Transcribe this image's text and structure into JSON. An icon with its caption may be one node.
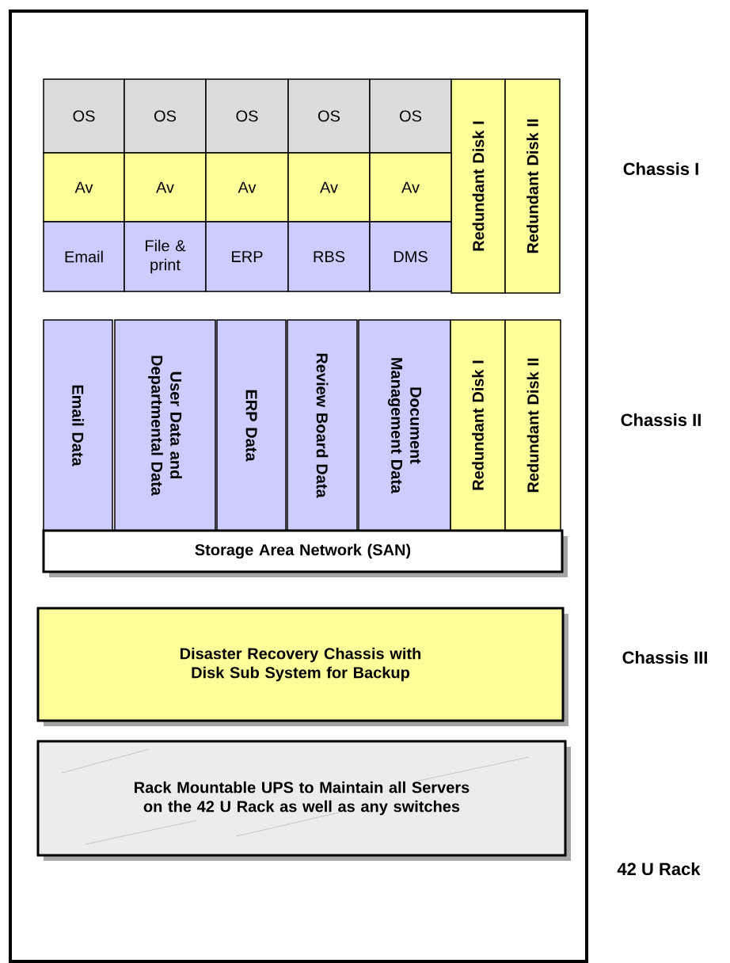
{
  "diagram": {
    "nodes": [
      {
        "text": [
          "42 U Rack"
        ]
      },
      {
        "text": [
          "OS"
        ],
        "in": 0
      },
      {
        "text": [
          "OS"
        ],
        "in": 0
      },
      {
        "text": [
          "OS"
        ],
        "in": 0
      },
      {
        "text": [
          "OS"
        ],
        "in": 0
      },
      {
        "text": [
          "OS"
        ],
        "in": 0
      },
      {
        "text": [
          "Redundant Disk I"
        ],
        "in": 0
      },
      {
        "text": [
          "Redundant Disk II"
        ],
        "in": 0
      },
      {
        "text": [
          "Av"
        ],
        "in": 0
      },
      {
        "text": [
          "Av"
        ],
        "in": 0
      },
      {
        "text": [
          "Av"
        ],
        "in": 0
      },
      {
        "text": [
          "Av"
        ],
        "in": 0
      },
      {
        "text": [
          "Av"
        ],
        "in": 0
      },
      {
        "text": [
          "Email"
        ],
        "in": 0
      },
      {
        "text": [
          "File & print"
        ],
        "in": 0
      },
      {
        "text": [
          "ERP"
        ],
        "in": 0
      },
      {
        "text": [
          "RBS"
        ],
        "in": 0
      },
      {
        "text": [
          "DMS"
        ],
        "in": 0
      },
      {
        "text": [
          "Email Data"
        ],
        "in": 0
      },
      {
        "text": [
          "User Data and Departmental Data"
        ],
        "in": 0
      },
      {
        "text": [
          "ERP Data"
        ],
        "in": 0
      },
      {
        "text": [
          "Review Board Data"
        ],
        "in": 0
      },
      {
        "text": [
          "Document Management Data"
        ],
        "in": 0
      },
      {
        "text": [
          "Redundant Disk I"
        ],
        "in": 0
      },
      {
        "text": [
          "Redundant Disk II"
        ],
        "in": 0
      },
      {
        "text": [
          "Storage Area Network (SAN)"
        ],
        "in": 0
      },
      {
        "text": [
          "Disaster Recovery Chassis with Disk Sub System for Backup"
        ],
        "in": 0
      },
      {
        "text": [
          "Rack Mountable UPS to Maintain all Servers on the 42 U Rack as well as any switches"
        ],
        "in": 0
      }
    ],
    "labels": [
      "Chassis I",
      "Chassis II",
      "Chassis III"
    ]
  }
}
